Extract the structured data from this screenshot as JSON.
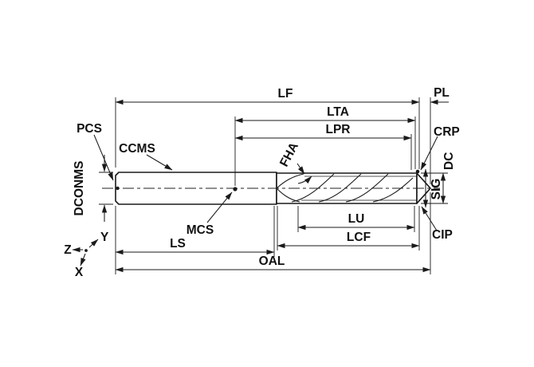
{
  "labels": {
    "lf": "LF",
    "pl": "PL",
    "lta": "LTA",
    "lpr": "LPR",
    "pcs": "PCS",
    "crp": "CRP",
    "ccms": "CCMS",
    "dc": "DC",
    "fha": "FHA",
    "dconms": "DCONMS",
    "sig": "SIG",
    "mcs": "MCS",
    "lu": "LU",
    "cip": "CIP",
    "ls": "LS",
    "lcf": "LCF",
    "oal": "OAL"
  },
  "axes": {
    "x": "X",
    "y": "Y",
    "z": "Z"
  },
  "colors": {
    "line": "#1a1a1a",
    "background": "#ffffff"
  }
}
